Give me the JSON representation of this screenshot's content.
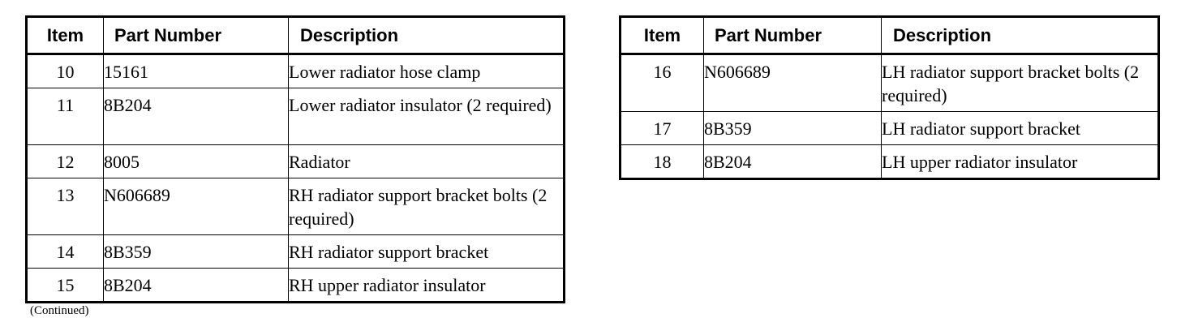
{
  "document": {
    "footnote": "(Continued)"
  },
  "tables": [
    {
      "id": "left",
      "headers": {
        "item": "Item",
        "part_number": "Part Number",
        "description": "Description"
      },
      "rows": [
        {
          "item": "10",
          "part_number": "15161",
          "description": "Lower radiator hose clamp"
        },
        {
          "item": "11",
          "part_number": "8B204",
          "description": "Lower radiator insulator (2 required)"
        },
        {
          "item": "12",
          "part_number": "8005",
          "description": "Radiator"
        },
        {
          "item": "13",
          "part_number": "N606689",
          "description": "RH radiator support bracket bolts (2 required)"
        },
        {
          "item": "14",
          "part_number": "8B359",
          "description": "RH radiator support bracket"
        },
        {
          "item": "15",
          "part_number": "8B204",
          "description": "RH upper radiator insulator"
        }
      ]
    },
    {
      "id": "right",
      "headers": {
        "item": "Item",
        "part_number": "Part Number",
        "description": "Description"
      },
      "rows": [
        {
          "item": "16",
          "part_number": "N606689",
          "description": "LH radiator support bracket bolts (2 required)"
        },
        {
          "item": "17",
          "part_number": "8B359",
          "description": "LH radiator support bracket"
        },
        {
          "item": "18",
          "part_number": "8B204",
          "description": "LH upper radiator insulator"
        }
      ]
    }
  ],
  "colors": {
    "text": "#000000",
    "background": "#ffffff",
    "border": "#000000"
  }
}
